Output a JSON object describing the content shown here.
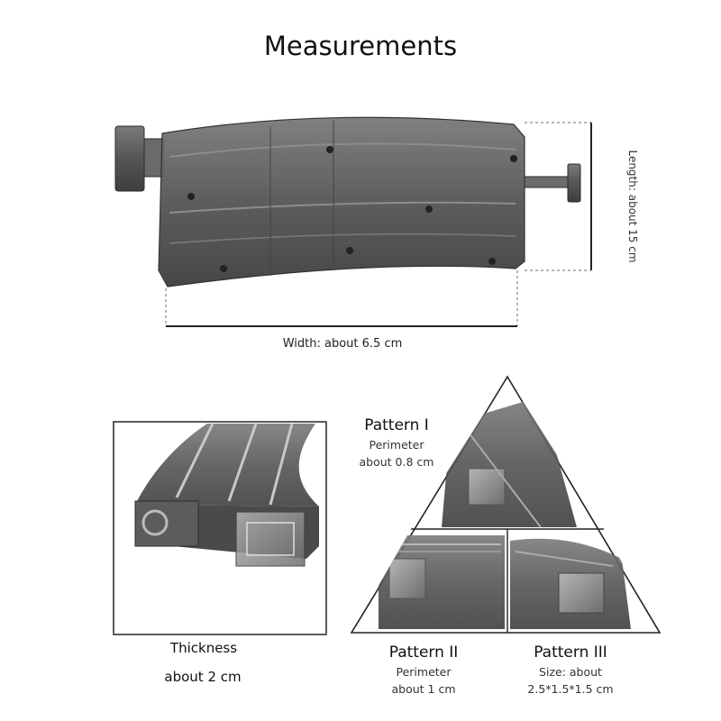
{
  "title": "Measurements",
  "dimensions": {
    "length_label": "Length: about 15 cm",
    "width_label": "Width: about 6.5 cm"
  },
  "thickness": {
    "label": "Thickness",
    "value": "about 2 cm"
  },
  "patterns": [
    {
      "name": "Pattern I",
      "line1": "Perimeter",
      "line2": "about 0.8 cm"
    },
    {
      "name": "Pattern II",
      "line1": "Perimeter",
      "line2": "about 1 cm"
    },
    {
      "name": "Pattern III",
      "line1": "Size: about",
      "line2": "2.5*1.5*1.5 cm"
    }
  ],
  "colors": {
    "body": "#5a5a5a",
    "body_dark": "#3b3b3b",
    "body_light": "#8a8a8a",
    "line": "#222222"
  }
}
